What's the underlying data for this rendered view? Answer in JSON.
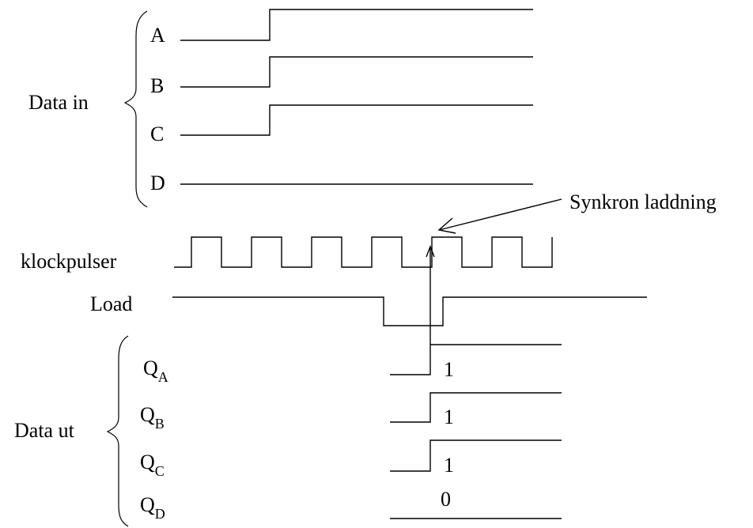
{
  "data_in": {
    "group_label": "Data in",
    "signals": [
      {
        "name": "A"
      },
      {
        "name": "B"
      },
      {
        "name": "C"
      },
      {
        "name": "D"
      }
    ]
  },
  "annotation": {
    "text": "Synkron laddning"
  },
  "clock": {
    "label": "klockpulser"
  },
  "load": {
    "label": "Load"
  },
  "data_out": {
    "group_label": "Data ut",
    "outputs": [
      {
        "main": "Q",
        "sub": "A",
        "value": "1"
      },
      {
        "main": "Q",
        "sub": "B",
        "value": "1"
      },
      {
        "main": "Q",
        "sub": "C",
        "value": "1"
      },
      {
        "main": "Q",
        "sub": "D",
        "value": "0"
      }
    ]
  }
}
